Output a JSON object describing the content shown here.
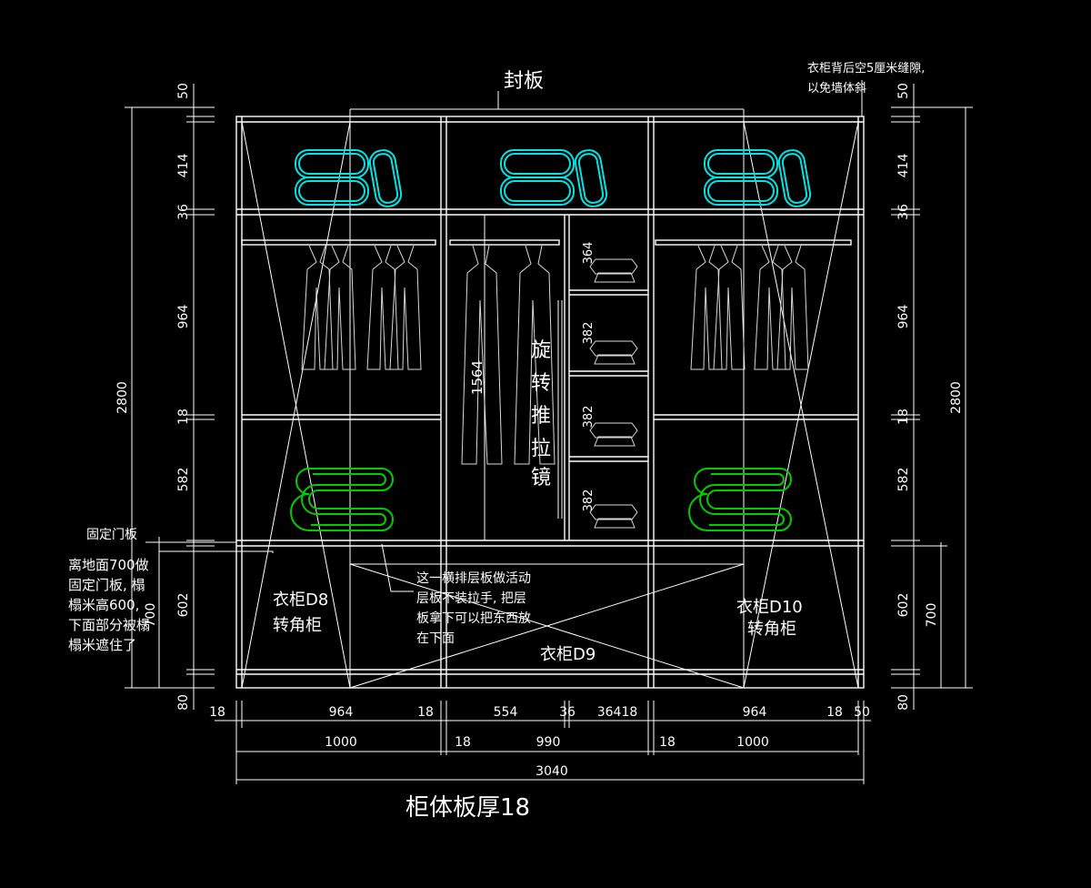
{
  "labels": {
    "top_panel": "封板",
    "back_gap_line1": "衣柜背后空5厘米缝隙,",
    "back_gap_line2": "以免墙体斜",
    "fixed_door": "固定门板",
    "left_note_1": "离地面700做",
    "left_note_2": "固定门板, 榻",
    "left_note_3": "榻米高600,",
    "left_note_4": "下面部分被榻",
    "left_note_5": "榻米遮住了",
    "d8_1": "衣柜D8",
    "d8_2": "转角柜",
    "d10_1": "衣柜D10",
    "d10_2": "转角柜",
    "d9": "衣柜D9",
    "mid_note_1": "这一横排层板做活动",
    "mid_note_2": "层板不装拉手, 把层",
    "mid_note_3": "板拿下可以把东西放",
    "mid_note_4": "在下面",
    "mirror_chars": [
      "旋",
      "转",
      "推",
      "拉",
      "镜"
    ],
    "hang_1564": "1564",
    "bottom_title": "柜体板厚18"
  },
  "dims_left": [
    "50",
    "414",
    "36",
    "964",
    "18",
    "582",
    "602",
    "80"
  ],
  "dim_left_total": "2800",
  "dim_left_700": "700",
  "dims_right": [
    "50",
    "414",
    "36",
    "964",
    "18",
    "582",
    "602",
    "80"
  ],
  "dim_right_total": "2800",
  "dim_right_700": "700",
  "inner_shelf_dims": [
    "364",
    "382",
    "382",
    "382"
  ],
  "bottom_row1": [
    "18",
    "964",
    "18",
    "554",
    "36",
    "36418",
    "964",
    "18",
    "50"
  ],
  "bottom_row2": [
    "1000",
    "18",
    "990",
    "18",
    "1000"
  ],
  "bottom_total": "3040",
  "colors": {
    "background": "#000000",
    "line": "#ffffff",
    "cyan": "#00e5e5",
    "green": "#00cc00"
  }
}
